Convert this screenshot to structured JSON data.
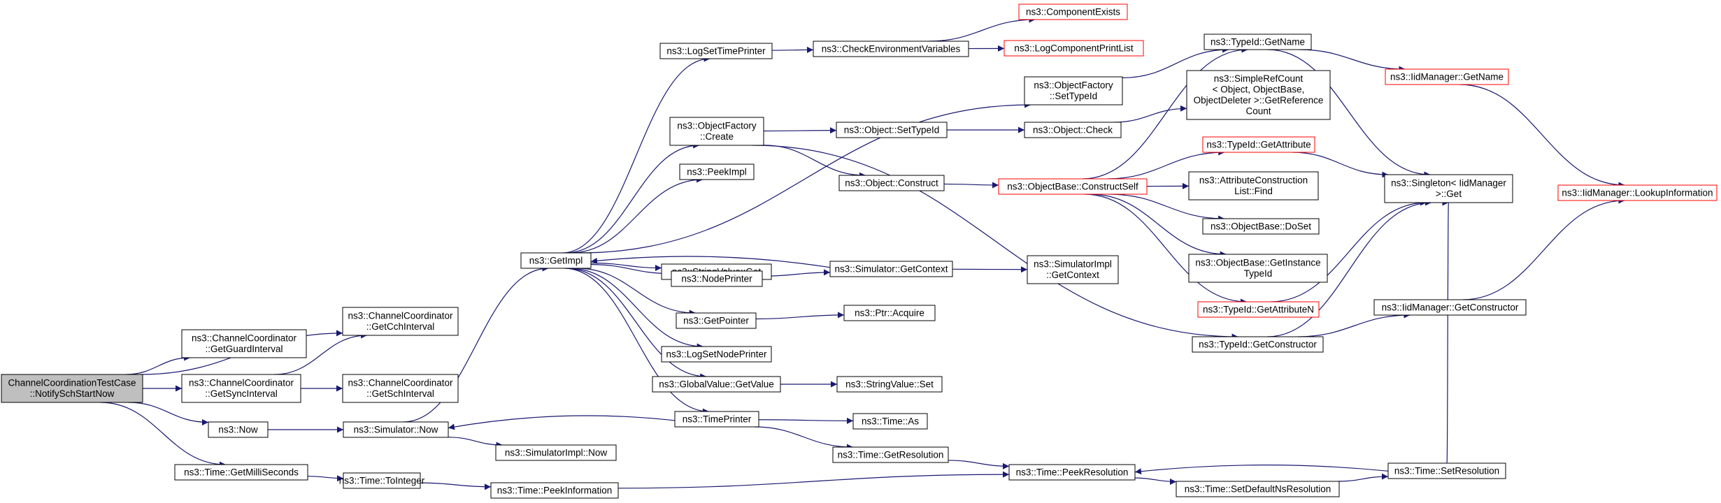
{
  "graph": {
    "type": "call-graph",
    "colors": {
      "edge": "#191970",
      "node_border": "#000000",
      "node_fill": "#ffffff",
      "root_fill": "#bfbfbf",
      "truncated_border": "#ff0000"
    },
    "nodes": [
      {
        "id": "root",
        "lines": [
          "ChannelCoordinationTestCase",
          "::NotifySchStartNow"
        ],
        "style": "root"
      },
      {
        "id": "getCch",
        "lines": [
          "ns3::ChannelCoordinator",
          "::GetCchInterval"
        ],
        "style": "normal"
      },
      {
        "id": "getGuard",
        "lines": [
          "ns3::ChannelCoordinator",
          "::GetGuardInterval"
        ],
        "style": "normal"
      },
      {
        "id": "getSync",
        "lines": [
          "ns3::ChannelCoordinator",
          "::GetSyncInterval"
        ],
        "style": "normal"
      },
      {
        "id": "getSch",
        "lines": [
          "ns3::ChannelCoordinator",
          "::GetSchInterval"
        ],
        "style": "normal"
      },
      {
        "id": "now",
        "lines": [
          "ns3::Now"
        ],
        "style": "normal"
      },
      {
        "id": "getMilli",
        "lines": [
          "ns3::Time::GetMilliSeconds"
        ],
        "style": "normal"
      },
      {
        "id": "simNow",
        "lines": [
          "ns3::Simulator::Now"
        ],
        "style": "normal"
      },
      {
        "id": "toInteger",
        "lines": [
          "ns3::Time::ToInteger"
        ],
        "style": "normal"
      },
      {
        "id": "getImpl",
        "lines": [
          "ns3::GetImpl"
        ],
        "style": "normal"
      },
      {
        "id": "simImplNow",
        "lines": [
          "ns3::SimulatorImpl::Now"
        ],
        "style": "normal"
      },
      {
        "id": "peekInfo",
        "lines": [
          "ns3::Time::PeekInformation"
        ],
        "style": "normal"
      },
      {
        "id": "logSetTime",
        "lines": [
          "ns3::LogSetTimePrinter"
        ],
        "style": "normal"
      },
      {
        "id": "objFactCreate",
        "lines": [
          "ns3::ObjectFactory",
          "::Create"
        ],
        "style": "normal"
      },
      {
        "id": "peekImpl",
        "lines": [
          "ns3::PeekImpl"
        ],
        "style": "normal"
      },
      {
        "id": "strValGet",
        "lines": [
          "ns3::StringValue::Get"
        ],
        "style": "normal"
      },
      {
        "id": "nodePrinter",
        "lines": [
          "ns3::NodePrinter"
        ],
        "style": "normal"
      },
      {
        "id": "getPointer",
        "lines": [
          "ns3::GetPointer"
        ],
        "style": "normal"
      },
      {
        "id": "logSetNode",
        "lines": [
          "ns3::LogSetNodePrinter"
        ],
        "style": "normal"
      },
      {
        "id": "globalValGet",
        "lines": [
          "ns3::GlobalValue::GetValue"
        ],
        "style": "normal"
      },
      {
        "id": "timePrinter",
        "lines": [
          "ns3::TimePrinter"
        ],
        "style": "normal"
      },
      {
        "id": "checkEnv",
        "lines": [
          "ns3::CheckEnvironmentVariables"
        ],
        "style": "normal"
      },
      {
        "id": "objSetTypeId",
        "lines": [
          "ns3::Object::SetTypeId"
        ],
        "style": "normal"
      },
      {
        "id": "objConstruct",
        "lines": [
          "ns3::Object::Construct"
        ],
        "style": "normal"
      },
      {
        "id": "simGetContext",
        "lines": [
          "ns3::Simulator::GetContext"
        ],
        "style": "normal"
      },
      {
        "id": "ptrAcquire",
        "lines": [
          "ns3::Ptr::Acquire"
        ],
        "style": "normal"
      },
      {
        "id": "strValSet",
        "lines": [
          "ns3::StringValue::Set"
        ],
        "style": "normal"
      },
      {
        "id": "timeAs",
        "lines": [
          "ns3::Time::As"
        ],
        "style": "normal"
      },
      {
        "id": "timeGetRes",
        "lines": [
          "ns3::Time::GetResolution"
        ],
        "style": "normal"
      },
      {
        "id": "compExists",
        "lines": [
          "ns3::ComponentExists"
        ],
        "style": "truncated"
      },
      {
        "id": "logCompPrint",
        "lines": [
          "ns3::LogComponentPrintList"
        ],
        "style": "truncated"
      },
      {
        "id": "objFactSetTypeId",
        "lines": [
          "ns3::ObjectFactory",
          "::SetTypeId"
        ],
        "style": "normal"
      },
      {
        "id": "objCheck",
        "lines": [
          "ns3::Object::Check"
        ],
        "style": "normal"
      },
      {
        "id": "objBaseConstruct",
        "lines": [
          "ns3::ObjectBase::ConstructSelf"
        ],
        "style": "truncated"
      },
      {
        "id": "simImplGetContext",
        "lines": [
          "ns3::SimulatorImpl",
          "::GetContext"
        ],
        "style": "normal"
      },
      {
        "id": "peekRes",
        "lines": [
          "ns3::Time::PeekResolution"
        ],
        "style": "normal"
      },
      {
        "id": "typeIdGetName",
        "lines": [
          "ns3::TypeId::GetName"
        ],
        "style": "normal"
      },
      {
        "id": "simpleRefCount",
        "lines": [
          "ns3::SimpleRefCount",
          "< Object, ObjectBase,",
          "ObjectDeleter >::GetReference",
          "Count"
        ],
        "style": "normal"
      },
      {
        "id": "typeIdGetAttr",
        "lines": [
          "ns3::TypeId::GetAttribute"
        ],
        "style": "truncated"
      },
      {
        "id": "attrConstFind",
        "lines": [
          "ns3::AttributeConstruction",
          "List::Find"
        ],
        "style": "normal"
      },
      {
        "id": "objBaseDoSet",
        "lines": [
          "ns3::ObjectBase::DoSet"
        ],
        "style": "normal"
      },
      {
        "id": "objBaseGetInst",
        "lines": [
          "ns3::ObjectBase::GetInstance",
          "TypeId"
        ],
        "style": "normal"
      },
      {
        "id": "typeIdGetAttrN",
        "lines": [
          "ns3::TypeId::GetAttributeN"
        ],
        "style": "truncated"
      },
      {
        "id": "typeIdGetCtor",
        "lines": [
          "ns3::TypeId::GetConstructor"
        ],
        "style": "normal"
      },
      {
        "id": "setDefaultNs",
        "lines": [
          "ns3::Time::SetDefaultNsResolution"
        ],
        "style": "normal"
      },
      {
        "id": "iidGetName",
        "lines": [
          "ns3::IidManager::GetName"
        ],
        "style": "truncated"
      },
      {
        "id": "singletonGet",
        "lines": [
          "ns3::Singleton< IidManager",
          ">::Get"
        ],
        "style": "normal"
      },
      {
        "id": "iidGetCtor",
        "lines": [
          "ns3::IidManager::GetConstructor"
        ],
        "style": "normal"
      },
      {
        "id": "timeSetRes",
        "lines": [
          "ns3::Time::SetResolution"
        ],
        "style": "normal"
      },
      {
        "id": "iidLookup",
        "lines": [
          "ns3::IidManager::LookupInformation"
        ],
        "style": "truncated"
      }
    ],
    "edges": [
      [
        "root",
        "getCch"
      ],
      [
        "root",
        "getGuard"
      ],
      [
        "root",
        "getSync"
      ],
      [
        "root",
        "now"
      ],
      [
        "root",
        "getMilli"
      ],
      [
        "getSync",
        "getCch"
      ],
      [
        "getSync",
        "getSch"
      ],
      [
        "now",
        "simNow"
      ],
      [
        "getMilli",
        "toInteger"
      ],
      [
        "toInteger",
        "peekInfo"
      ],
      [
        "simNow",
        "getImpl"
      ],
      [
        "simNow",
        "simImplNow"
      ],
      [
        "getImpl",
        "logSetTime"
      ],
      [
        "getImpl",
        "objFactCreate"
      ],
      [
        "getImpl",
        "peekImpl"
      ],
      [
        "getImpl",
        "strValGet"
      ],
      [
        "getImpl",
        "nodePrinter"
      ],
      [
        "getImpl",
        "getPointer"
      ],
      [
        "getImpl",
        "logSetNode"
      ],
      [
        "getImpl",
        "globalValGet"
      ],
      [
        "getImpl",
        "timePrinter"
      ],
      [
        "getImpl",
        "objFactSetTypeId"
      ],
      [
        "logSetTime",
        "checkEnv"
      ],
      [
        "checkEnv",
        "compExists"
      ],
      [
        "checkEnv",
        "logCompPrint"
      ],
      [
        "objFactCreate",
        "objSetTypeId"
      ],
      [
        "objFactCreate",
        "objConstruct"
      ],
      [
        "objFactCreate",
        "typeIdGetCtor"
      ],
      [
        "objSetTypeId",
        "objCheck"
      ],
      [
        "objCheck",
        "simpleRefCount"
      ],
      [
        "objConstruct",
        "objBaseConstruct"
      ],
      [
        "objBaseConstruct",
        "typeIdGetName"
      ],
      [
        "objBaseConstruct",
        "typeIdGetAttr"
      ],
      [
        "objBaseConstruct",
        "attrConstFind"
      ],
      [
        "objBaseConstruct",
        "objBaseDoSet"
      ],
      [
        "objBaseConstruct",
        "objBaseGetInst"
      ],
      [
        "objBaseConstruct",
        "typeIdGetAttrN"
      ],
      [
        "nodePrinter",
        "simGetContext"
      ],
      [
        "simGetContext",
        "getImpl"
      ],
      [
        "simGetContext",
        "simImplGetContext"
      ],
      [
        "getPointer",
        "ptrAcquire"
      ],
      [
        "globalValGet",
        "strValSet"
      ],
      [
        "timePrinter",
        "simNow"
      ],
      [
        "timePrinter",
        "timeAs"
      ],
      [
        "timePrinter",
        "timeGetRes"
      ],
      [
        "timeGetRes",
        "peekRes"
      ],
      [
        "peekInfo",
        "peekRes"
      ],
      [
        "peekRes",
        "setDefaultNs"
      ],
      [
        "setDefaultNs",
        "timeSetRes"
      ],
      [
        "timeSetRes",
        "peekRes"
      ],
      [
        "timeSetRes",
        "singletonGet"
      ],
      [
        "objFactSetTypeId",
        "typeIdGetName"
      ],
      [
        "typeIdGetName",
        "iidGetName"
      ],
      [
        "typeIdGetName",
        "singletonGet"
      ],
      [
        "typeIdGetAttr",
        "singletonGet"
      ],
      [
        "typeIdGetAttrN",
        "singletonGet"
      ],
      [
        "typeIdGetCtor",
        "iidGetCtor"
      ],
      [
        "typeIdGetCtor",
        "singletonGet"
      ],
      [
        "iidGetName",
        "iidLookup"
      ],
      [
        "iidGetCtor",
        "iidLookup"
      ]
    ]
  }
}
